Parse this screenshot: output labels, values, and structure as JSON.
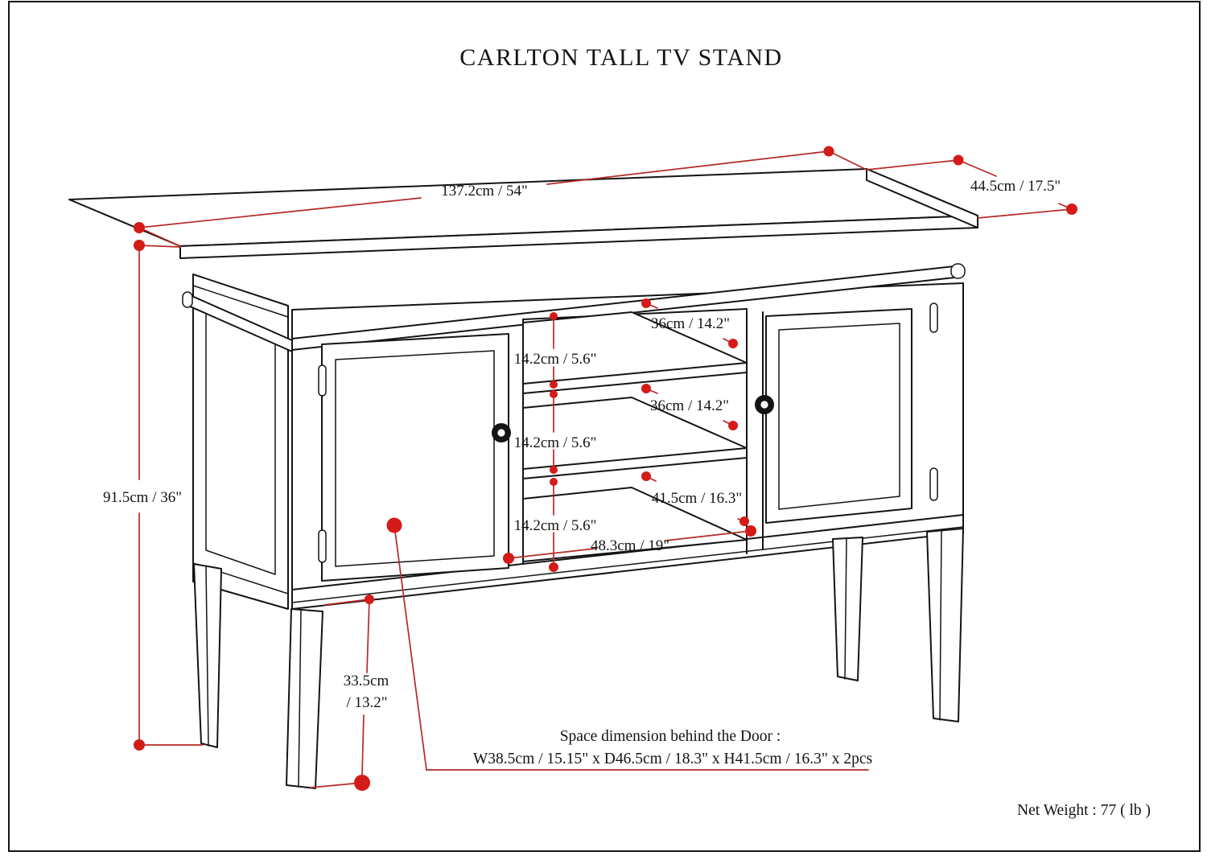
{
  "title": "CARLTON TALL TV STAND",
  "dimensions": {
    "width": "137.2cm / 54\"",
    "depth": "44.5cm / 17.5\"",
    "height": "91.5cm / 36\"",
    "shelf_gap_1": "14.2cm / 5.6\"",
    "shelf_gap_2": "14.2cm / 5.6\"",
    "shelf_gap_3": "14.2cm / 5.6\"",
    "shelf_depth_1": "36cm / 14.2\"",
    "shelf_depth_2": "36cm / 14.2\"",
    "bottom_shelf_depth": "41.5cm / 16.3\"",
    "opening_width": "48.3cm / 19\"",
    "leg_height_line1": "33.5cm",
    "leg_height_line2": "/ 13.2\""
  },
  "notes": {
    "door_space_heading": "Space dimension behind the Door :",
    "door_space_detail": "W38.5cm / 15.15\" x D46.5cm / 18.3\" x H41.5cm / 16.3\" x 2pcs"
  },
  "footer": {
    "net_weight": "Net Weight : 77 ( lb )"
  },
  "colors": {
    "dimension_line_red": "#b52a25",
    "dimension_dot_red": "#d41b18",
    "drawing_black": "#141414"
  }
}
